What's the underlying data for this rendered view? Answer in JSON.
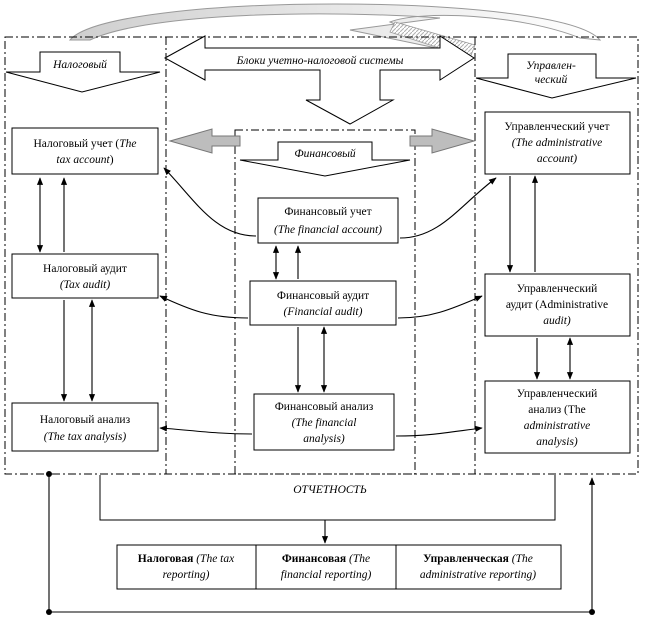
{
  "banner": {
    "tax_label": "Налоговый",
    "admin_label_line1": "Управлен-",
    "admin_label_line2": "ческий",
    "center_label": "Блоки учетно-налоговой системы",
    "financial_label": "Финансовый"
  },
  "tax_column": {
    "account": {
      "line1": "Налоговый учет (",
      "line1_italic": "The",
      "line2": "tax account",
      "line2_tail": ")"
    },
    "audit": {
      "line1": "Налоговый аудит",
      "line2": "(Tax audit)"
    },
    "analysis": {
      "line1": "Налоговый анализ",
      "line2": "(The tax analysis)"
    }
  },
  "financial_column": {
    "account": {
      "line1": "Финансовый учет",
      "line2": "(The financial account)"
    },
    "audit": {
      "line1": "Финансовый аудит",
      "line2": "(Financial audit)"
    },
    "analysis": {
      "line1": "Финансовый анализ",
      "line2": "(The financial",
      "line3": "analysis)"
    }
  },
  "admin_column": {
    "account": {
      "line1": "Управленческий учет",
      "line2": "(The administrative",
      "line3": "account)"
    },
    "audit": {
      "line1": "Управленческий",
      "line2": "аудит (Administrative",
      "line3": "audit)"
    },
    "analysis": {
      "line1": "Управленческий",
      "line2": "анализ (The",
      "line3": "administrative",
      "line4": "analysis)"
    }
  },
  "reporting": {
    "title": "ОТЧЕТНОСТЬ",
    "tax": {
      "bold": "Налоговая",
      "rest1": " (The tax",
      "line2": "reporting)"
    },
    "financial": {
      "bold": "Финансовая",
      "rest1": " (The",
      "line2": "financial reporting)"
    },
    "admin": {
      "bold": "Управленческая",
      "rest1": " (The",
      "line2": "administrative reporting)"
    }
  }
}
